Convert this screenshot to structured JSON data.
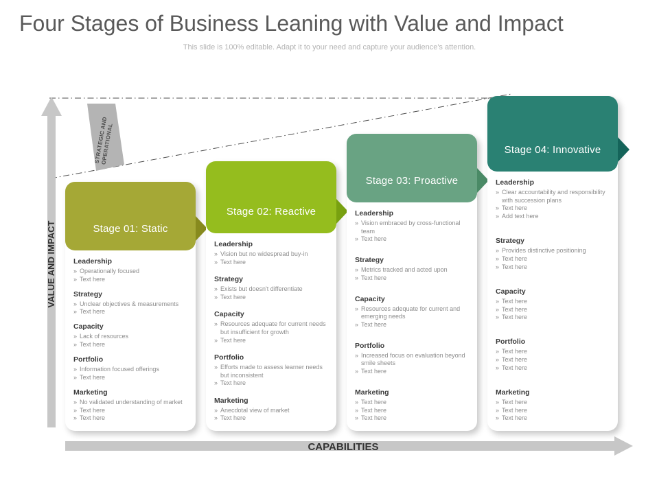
{
  "slide": {
    "title": "Four Stages of Business Leaning with Value and Impact",
    "subtitle": "This slide is 100% editable. Adapt it to your need and capture your audience's attention."
  },
  "axes": {
    "y_axis_label": "VALUE AND IMPACT",
    "x_axis_label": "CAPABILITIES",
    "diagonal_band_label_line1": "STRATEGIC AND",
    "diagonal_band_label_line2": "OPERATIONAL"
  },
  "bullet_glyph": "»",
  "colors": {
    "axis_gray": "#c7c7c7",
    "banner_gray": "#b4b4b4",
    "line_gray": "#4d4d4d"
  },
  "stages": [
    {
      "title": "Stage 01: Static",
      "color": "#a5a836",
      "color_dark": "#878a1e",
      "sections": [
        {
          "heading": "Leadership",
          "bullets": [
            "Operationally focused",
            "Text here"
          ]
        },
        {
          "heading": "Strategy",
          "bullets": [
            "Unclear objectives & measurements",
            "Text here"
          ]
        },
        {
          "heading": "Capacity",
          "bullets": [
            "Lack of resources",
            "Text here"
          ]
        },
        {
          "heading": "Portfolio",
          "bullets": [
            "Information focused offerings",
            "Text here"
          ]
        },
        {
          "heading": "Marketing",
          "bullets": [
            "No validated understanding of market",
            "Text here",
            "Text here"
          ]
        }
      ]
    },
    {
      "title": "Stage 02: Reactive",
      "color": "#95bd1e",
      "color_dark": "#78a110",
      "sections": [
        {
          "heading": "Leadership",
          "bullets": [
            "Vision but no widespread buy-in",
            "Text here"
          ]
        },
        {
          "heading": "Strategy",
          "bullets": [
            "Exists but doesn't differentiate",
            "Text here"
          ]
        },
        {
          "heading": "Capacity",
          "bullets": [
            "Resources adequate for current needs but insufficient for growth",
            "Text here"
          ]
        },
        {
          "heading": "Portfolio",
          "bullets": [
            "Efforts made to assess learner needs but inconsistent",
            "Text here"
          ]
        },
        {
          "heading": "Marketing",
          "bullets": [
            "Anecdotal view of market",
            "Text here"
          ]
        }
      ]
    },
    {
      "title": "Stage 03: Proactive",
      "color": "#69a383",
      "color_dark": "#4a8a66",
      "sections": [
        {
          "heading": "Leadership",
          "bullets": [
            "Vision embraced by cross-functional team",
            "Text here"
          ]
        },
        {
          "heading": "Strategy",
          "bullets": [
            "Metrics tracked and acted upon",
            "Text here"
          ]
        },
        {
          "heading": "Capacity",
          "bullets": [
            "Resources adequate for current and emerging needs",
            "Text here"
          ]
        },
        {
          "heading": "Portfolio",
          "bullets": [
            "Increased focus on evaluation beyond smile sheets",
            "Text here"
          ]
        },
        {
          "heading": "Marketing",
          "bullets": [
            "Text here",
            "Text here",
            "Text here"
          ]
        }
      ]
    },
    {
      "title": "Stage 04: Innovative",
      "color": "#2a8173",
      "color_dark": "#15645a",
      "sections": [
        {
          "heading": "Leadership",
          "bullets": [
            "Clear accountability and responsibility with succession plans",
            "Text here",
            "Add text here"
          ]
        },
        {
          "heading": "Strategy",
          "bullets": [
            "Provides distinctive  positioning",
            "Text here",
            "Text here"
          ]
        },
        {
          "heading": "Capacity",
          "bullets": [
            "Text here",
            "Text here",
            "Text here"
          ]
        },
        {
          "heading": "Portfolio",
          "bullets": [
            "Text here",
            "Text here",
            "Text here"
          ]
        },
        {
          "heading": "Marketing",
          "bullets": [
            "Text here",
            "Text here",
            "Text here"
          ]
        }
      ]
    }
  ]
}
